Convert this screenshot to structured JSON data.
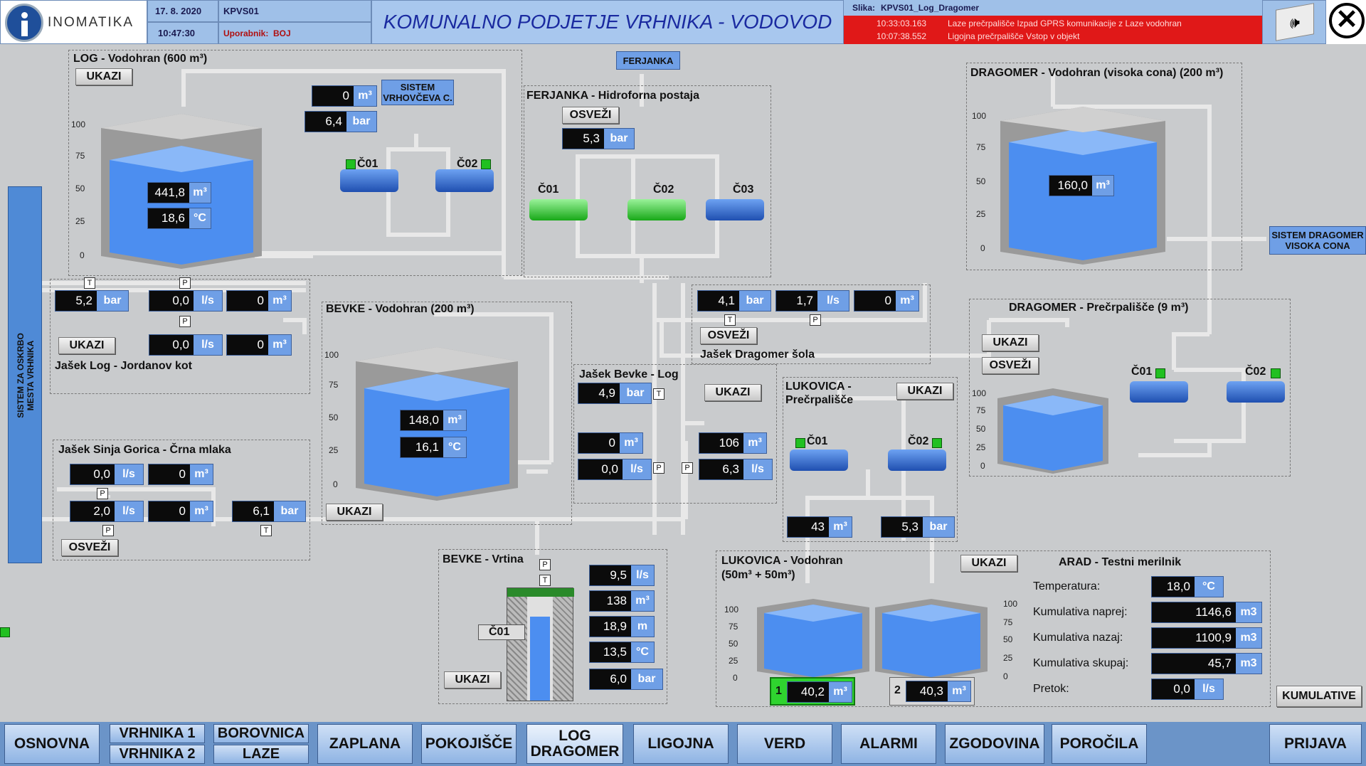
{
  "header": {
    "logo": "INOMATIKA",
    "date": "17. 8. 2020",
    "time": "10:47:30",
    "station": "KPVS01",
    "user_label": "Uporabnik:",
    "user": "BOJ",
    "title": "KOMUNALNO PODJETJE VRHNIKA - VODOVOD",
    "slika_label": "Slika:",
    "slika": "KPVS01_Log_Dragomer",
    "alarm1_time": "10:33:03.163",
    "alarm1_text": "Laze prečrpališče  Izpad GPRS komunikacije z Laze vodohran",
    "alarm2_time": "10:07:38.552",
    "alarm2_text": "Ligojna prečrpališče  Vstop v objekt"
  },
  "sidebar_text": "SISTEM ZA OSKRBO\nMESTA VRHNIKA",
  "log": {
    "title": "LOG - Vodohran (600 m³)",
    "btn": "UKAZI",
    "vol": "441,8",
    "temp": "18,6",
    "m3": "m³",
    "c": "°C",
    "top_vol": "0",
    "top_bar": "6,4",
    "bar": "bar",
    "sistem": "SISTEM VRHOVČEVA C.",
    "c01": "Č01",
    "c02": "Č02"
  },
  "jasek_log": {
    "title": "Jašek Log - Jordanov kot",
    "btn": "UKAZI",
    "bar": "5,2",
    "ls1": "0,0",
    "m1": "0",
    "ls2": "0,0",
    "m2": "0",
    "u_bar": "bar",
    "u_ls": "l/s",
    "u_m3": "m³"
  },
  "ferjanka": {
    "label": "FERJANKA",
    "title": "FERJANKA - Hidroforna postaja",
    "btn": "OSVEŽI",
    "bar": "5,3",
    "c01": "Č01",
    "c02": "Č02",
    "c03": "Č03"
  },
  "dragomer_v": {
    "title": "DRAGOMER - Vodohran (visoka cona) (200 m³)",
    "vol": "160,0",
    "sistem": "SISTEM DRAGOMER VISOKA CONA"
  },
  "dragomer_sola": {
    "title": "Jašek Dragomer šola",
    "btn": "OSVEŽI",
    "bar": "4,1",
    "ls": "1,7",
    "m3": "0"
  },
  "dragomer_p": {
    "title": "DRAGOMER - Prečrpališče (9 m³)",
    "btn1": "UKAZI",
    "btn2": "OSVEŽI",
    "c01": "Č01",
    "c02": "Č02"
  },
  "bevke_v": {
    "title": "BEVKE - Vodohran (200 m³)",
    "btn": "UKAZI",
    "vol": "148,0",
    "temp": "16,1"
  },
  "bevke_log": {
    "title": "Jašek Bevke - Log",
    "btn": "UKAZI",
    "bar": "4,9",
    "m1": "0",
    "ls1": "0,0",
    "m2": "106",
    "ls2": "6,3"
  },
  "lukovica_p": {
    "title": "LUKOVICA - Prečrpališče",
    "btn": "UKAZI",
    "m3": "43",
    "bar": "5,3",
    "c01": "Č01",
    "c02": "Č02"
  },
  "sinja": {
    "title": "Jašek Sinja Gorica - Črna mlaka",
    "btn": "OSVEŽI",
    "ls1": "0,0",
    "m1": "0",
    "ls2": "2,0",
    "m2": "0",
    "bar": "6,1"
  },
  "bevke_vrtina": {
    "title": "BEVKE - Vrtina",
    "btn": "UKAZI",
    "c01": "Č01",
    "ls": "9,5",
    "m3": "138",
    "m": "18,9",
    "temp": "13,5",
    "bar": "6,0",
    "u_m": "m"
  },
  "lukovica_v": {
    "title": "LUKOVICA - Vodohran",
    "subtitle": "(50m³ + 50m³)",
    "btn": "UKAZI",
    "t1": "1",
    "v1": "40,2",
    "t2": "2",
    "v2": "40,3"
  },
  "arad": {
    "title": "ARAD - Testni merilnik",
    "temp_l": "Temperatura:",
    "temp": "18,0",
    "kn_l": "Kumulativa naprej:",
    "kn": "1146,6",
    "kz_l": "Kumulativa nazaj:",
    "kz": "1100,9",
    "ks_l": "Kumulativa skupaj:",
    "ks": "45,7",
    "pr_l": "Pretok:",
    "pr": "0,0",
    "u_m3": "m3",
    "btn": "KUMULATIVE"
  },
  "scale": {
    "s100": "100",
    "s75": "75",
    "s50": "50",
    "s25": "25",
    "s0": "0"
  },
  "nav": {
    "osnovna": "OSNOVNA",
    "vrhnika1": "VRHNIKA 1",
    "vrhnika2": "VRHNIKA 2",
    "borovnica": "BOROVNICA",
    "laze": "LAZE",
    "zaplana": "ZAPLANA",
    "pokojisce": "POKOJIŠČE",
    "log_dragomer": "LOG DRAGOMER",
    "ligojna": "LIGOJNA",
    "verd": "VERD",
    "alarmi": "ALARMI",
    "zgodovina": "ZGODOVINA",
    "porocila": "POROČILA",
    "prijava": "PRIJAVA"
  },
  "colors": {
    "water": "#4c8ef0",
    "value_bg": "#0b0b0b",
    "unit_bg": "#6f9fe6",
    "pump_green": "#22cc22",
    "pump_blue": "#2a5fcf",
    "alarm_red": "#e01818"
  }
}
